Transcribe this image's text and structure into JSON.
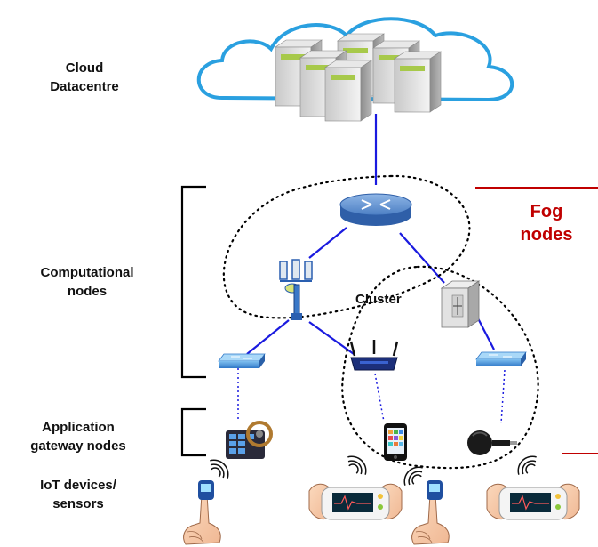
{
  "labels": {
    "cloud_line1": "Cloud",
    "cloud_line2": "Datacentre",
    "computational_line1": "Computational",
    "computational_line2": "nodes",
    "gateway_line1": "Application",
    "gateway_line2": "gateway nodes",
    "iot_line1": "IoT devices/",
    "iot_line2": "sensors",
    "fog_line1": "Fog",
    "fog_line2": "nodes",
    "cluster": "Cluster"
  },
  "colors": {
    "link": "#1a1adf",
    "fog_accent": "#c00000",
    "cloud_outline": "#2aa0e0",
    "bracket": "#000000"
  },
  "icons": [
    "cloud-datacentre-icon",
    "router-icon",
    "cell-tower-icon",
    "server-icon",
    "network-switch-icon",
    "wifi-router-icon",
    "tablet-steering-icon",
    "smartphone-icon",
    "chromecast-icon",
    "pulse-oximeter-icon",
    "ecg-monitor-icon"
  ]
}
